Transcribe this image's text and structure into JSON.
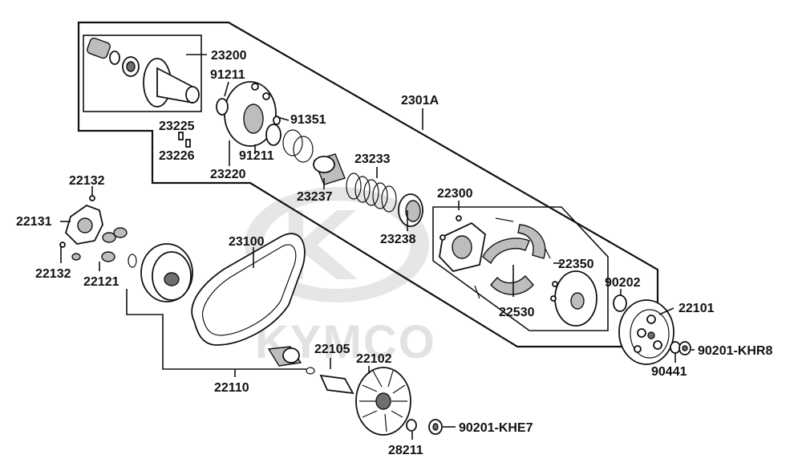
{
  "watermark": {
    "brand": "KYMCO"
  },
  "labels": {
    "l23200": "23200",
    "l91211a": "91211",
    "l2301A": "2301A",
    "l91351": "91351",
    "l23225": "23225",
    "l23226": "23226",
    "l91211b": "91211",
    "l23220": "23220",
    "l23233": "23233",
    "l23237": "23237",
    "l22132a": "22132",
    "l22131": "22131",
    "l22300": "22300",
    "l23238": "23238",
    "l23100": "23100",
    "l22132b": "22132",
    "l22121": "22121",
    "l22350": "22350",
    "l90202": "90202",
    "l22530": "22530",
    "l22101": "22101",
    "l22105": "22105",
    "l22102": "22102",
    "l90201khr8": "90201-KHR8",
    "l90441": "90441",
    "l22110": "22110",
    "l90201khe7": "90201-KHE7",
    "l28211": "28211"
  }
}
